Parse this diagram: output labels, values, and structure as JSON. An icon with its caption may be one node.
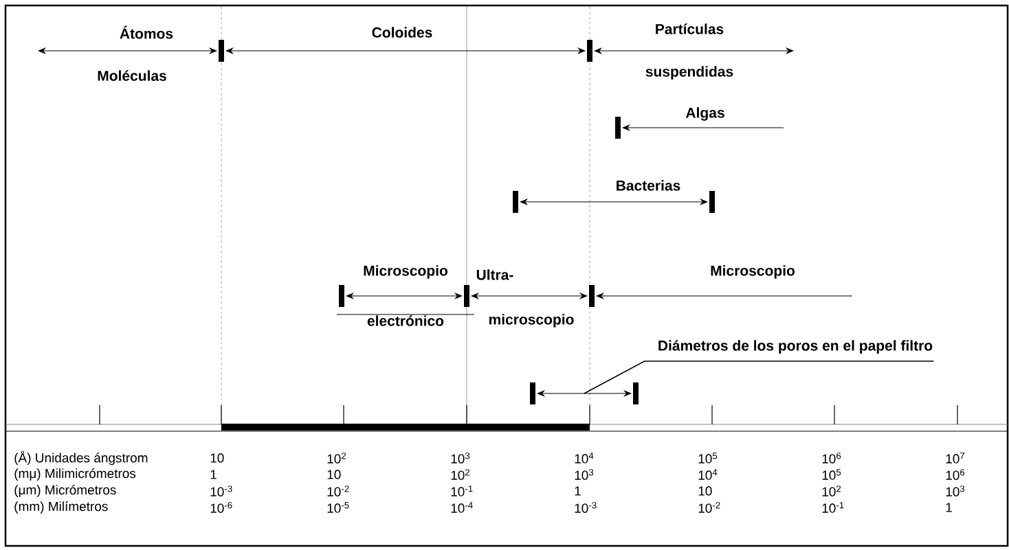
{
  "diagram": {
    "nodes": [
      {
        "text": [
          "Diámetros de los poros en el papel filtro"
        ]
      },
      {
        "text": [],
        "shape": "bar"
      }
    ],
    "edges": [
      {
        "from": 0,
        "to": 1,
        "arrow": "none"
      }
    ],
    "labels": [
      "Átomos",
      "Moléculas",
      "Coloides",
      "Partículas",
      "suspendidas",
      "Algas",
      "Bacterias",
      "Microscopio",
      "electrónico",
      "Ultra-",
      "microscopio",
      "Microscopio",
      "(Å) Unidades ángstrom",
      "10",
      "10$^{2}$",
      "10$^{3}$",
      "10$^{4}$",
      "10$^{5}$",
      "10$^{6}$",
      "10$^{7}$",
      "(mμ) Milimicrómetros",
      "1",
      "10",
      "10$^{2}$",
      "10$^{3}$",
      "10$^{4}$",
      "10$^{5}$",
      "10$^{6}$",
      "(μm) Micrómetros",
      "10$^{-3}$",
      "10$^{-2}$",
      "10$^{-1}$",
      "1",
      "10",
      "10$^{2}$",
      "10$^{3}$",
      "(mm) Milímetros",
      "10$^{-6}$",
      "10$^{-5}$",
      "10$^{-4}$",
      "10$^{-3}$",
      "10$^{-2}$",
      "10$^{-1}$",
      "1"
    ]
  }
}
